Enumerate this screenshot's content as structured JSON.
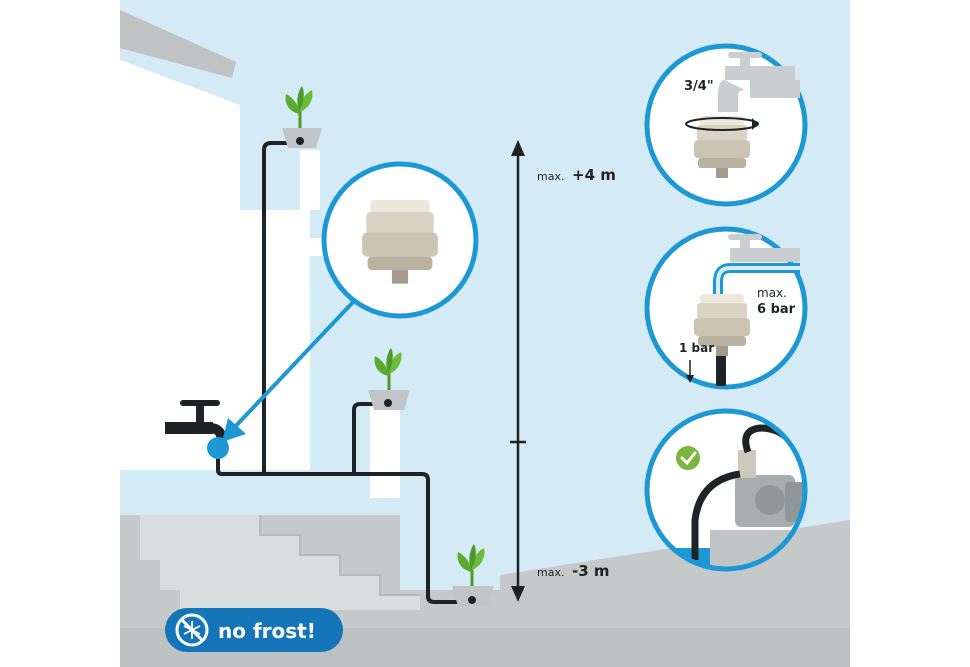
{
  "vertical_scale": {
    "upper_prefix": "max.",
    "upper_value": "+4 m",
    "lower_prefix": "max.",
    "lower_value": "-3 m"
  },
  "inset_thread": {
    "label": "3/4\""
  },
  "inset_pressure": {
    "max_prefix": "max.",
    "max_value": "6 bar",
    "min_value": "1 bar"
  },
  "inset_pump": {
    "status_icon": "check-icon"
  },
  "badge": {
    "label": "no frost!",
    "icon": "snowflake-icon"
  },
  "colors": {
    "sky": "#d4eaf5",
    "wall": "#ffffff",
    "ground": "#c5c9ca",
    "pipe": "#1e2426",
    "accent_blue": "#1d98d5",
    "badge_blue": "#1476b8",
    "valve_beige": "#cfc9bb",
    "plant_green": "#5aab2e",
    "check_green": "#7ab640"
  }
}
